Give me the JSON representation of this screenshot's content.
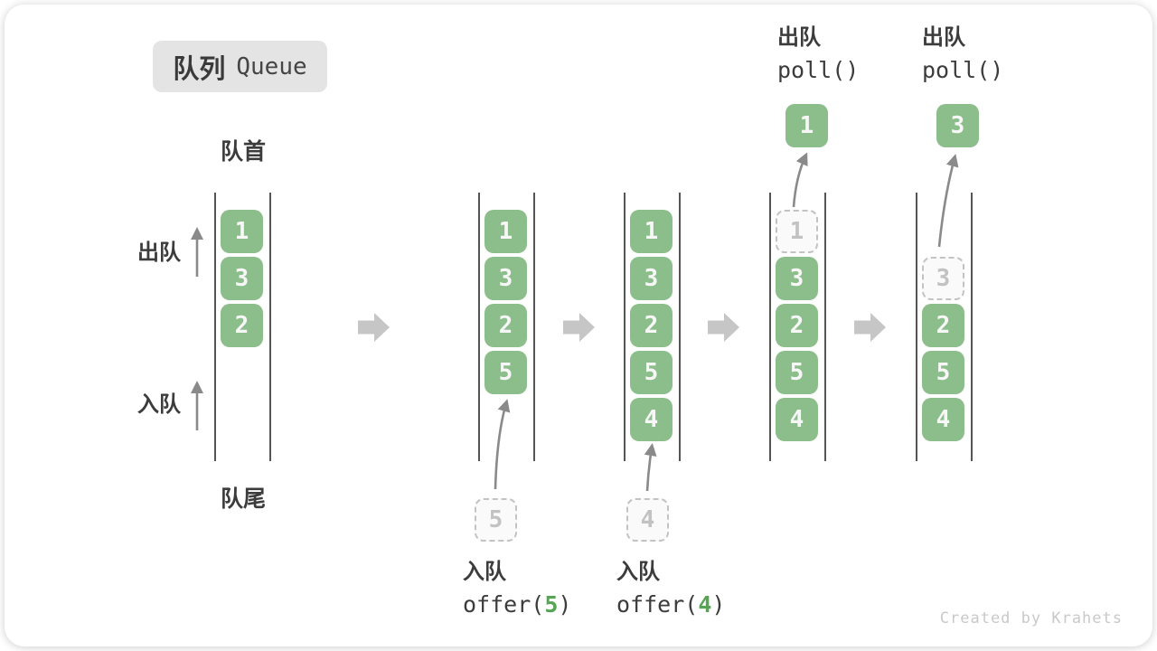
{
  "title": {
    "zh": "队列",
    "en": "Queue"
  },
  "labels": {
    "front": "队首",
    "rear": "队尾",
    "dequeue_side": "出队",
    "enqueue_side": "入队"
  },
  "watermark": "Created by Krahets",
  "colors": {
    "box_green": "#8CBE8C",
    "code_green": "#55A555",
    "block_arrow": "#C6C6C6",
    "thin_arrow": "#8A8A8A"
  },
  "states": [
    {
      "name": "state-initial",
      "slots": [
        {
          "v": "1",
          "type": "filled"
        },
        {
          "v": "3",
          "type": "filled"
        },
        {
          "v": "2",
          "type": "filled"
        },
        {
          "type": "empty"
        },
        {
          "type": "empty"
        }
      ]
    },
    {
      "name": "state-after-offer-5",
      "slots": [
        {
          "v": "1",
          "type": "filled"
        },
        {
          "v": "3",
          "type": "filled"
        },
        {
          "v": "2",
          "type": "filled"
        },
        {
          "v": "5",
          "type": "filled"
        },
        {
          "type": "empty"
        }
      ],
      "enqueue": {
        "value": "5",
        "label": "入队",
        "code_before": "offer(",
        "arg": "5",
        "code_after": ")"
      }
    },
    {
      "name": "state-after-offer-4",
      "slots": [
        {
          "v": "1",
          "type": "filled"
        },
        {
          "v": "3",
          "type": "filled"
        },
        {
          "v": "2",
          "type": "filled"
        },
        {
          "v": "5",
          "type": "filled"
        },
        {
          "v": "4",
          "type": "filled"
        }
      ],
      "enqueue": {
        "value": "4",
        "label": "入队",
        "code_before": "offer(",
        "arg": "4",
        "code_after": ")"
      }
    },
    {
      "name": "state-after-poll-1",
      "slots": [
        {
          "v": "1",
          "type": "dashed"
        },
        {
          "v": "3",
          "type": "filled"
        },
        {
          "v": "2",
          "type": "filled"
        },
        {
          "v": "5",
          "type": "filled"
        },
        {
          "v": "4",
          "type": "filled"
        }
      ],
      "dequeue": {
        "value": "1",
        "label": "出队",
        "code": "poll()"
      }
    },
    {
      "name": "state-after-poll-3",
      "slots": [
        {
          "type": "empty"
        },
        {
          "v": "3",
          "type": "dashed"
        },
        {
          "v": "2",
          "type": "filled"
        },
        {
          "v": "5",
          "type": "filled"
        },
        {
          "v": "4",
          "type": "filled"
        }
      ],
      "dequeue": {
        "value": "3",
        "label": "出队",
        "code": "poll()"
      }
    }
  ]
}
